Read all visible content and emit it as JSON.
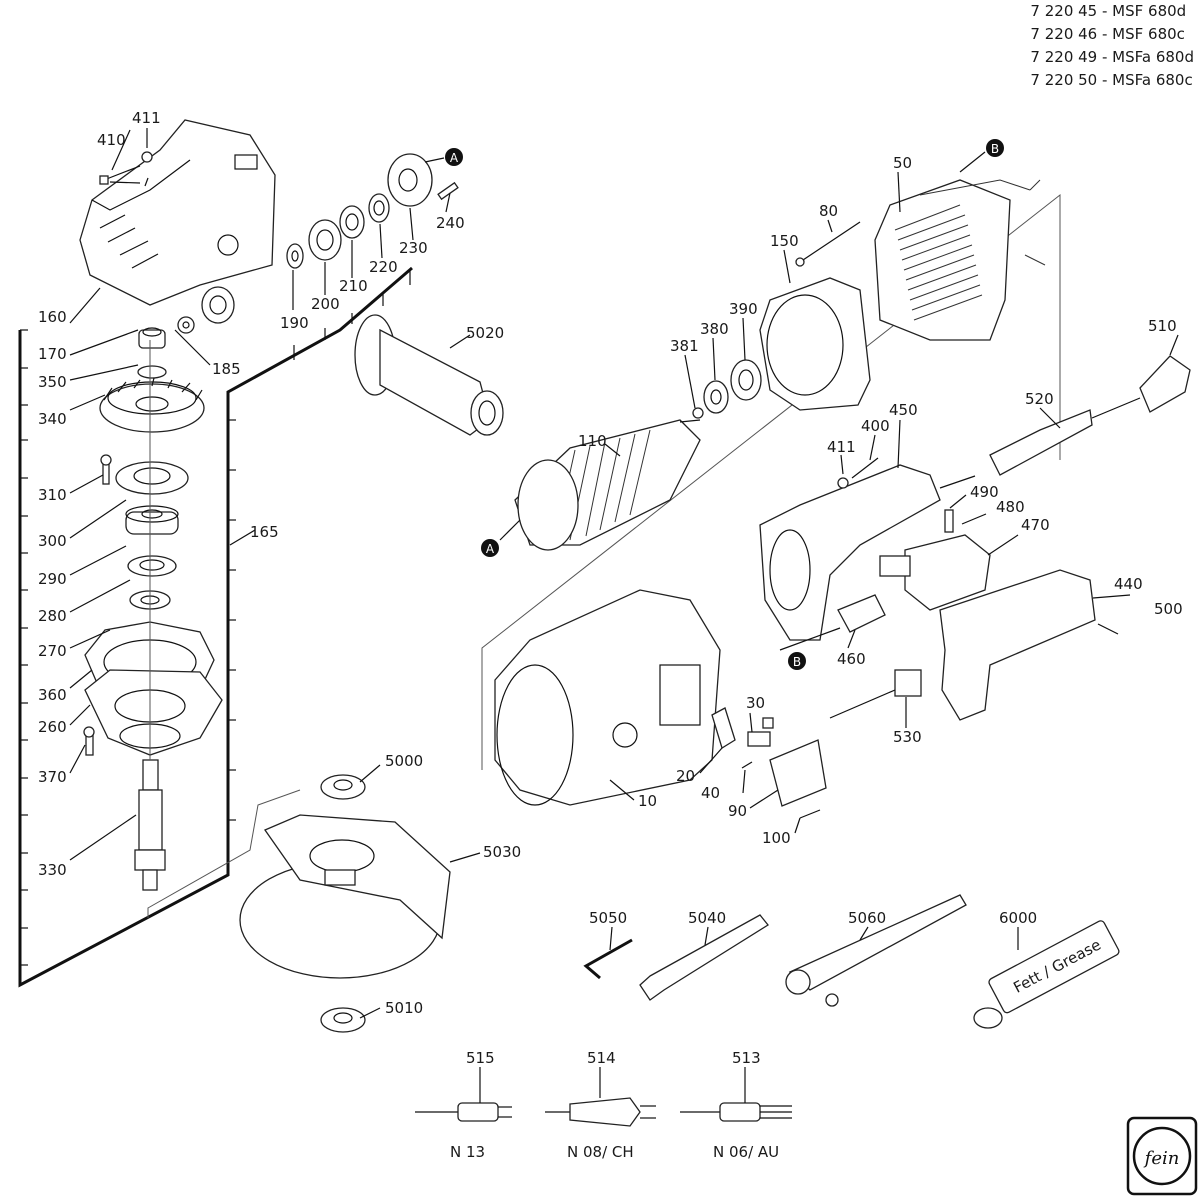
{
  "models": [
    "7 220 45 - MSF 680d",
    "7 220 46 - MSF 680c",
    "7 220 49 - MSFa 680d",
    "7 220 50 - MSFa 680c"
  ],
  "markers": {
    "a": "A",
    "b": "B"
  },
  "parts": {
    "p10": "10",
    "p20": "20",
    "p30": "30",
    "p40": "40",
    "p50": "50",
    "p80": "80",
    "p90": "90",
    "p100": "100",
    "p110": "110",
    "p150": "150",
    "p160": "160",
    "p165": "165",
    "p170": "170",
    "p185": "185",
    "p190": "190",
    "p200": "200",
    "p210": "210",
    "p220": "220",
    "p230": "230",
    "p240": "240",
    "p260": "260",
    "p270": "270",
    "p280": "280",
    "p290": "290",
    "p300": "300",
    "p310": "310",
    "p330": "330",
    "p340": "340",
    "p350": "350",
    "p360": "360",
    "p370": "370",
    "p380": "380",
    "p381": "381",
    "p390": "390",
    "p400": "400",
    "p410": "410",
    "p411a": "411",
    "p411b": "411",
    "p440": "440",
    "p450": "450",
    "p460": "460",
    "p470": "470",
    "p480": "480",
    "p490": "490",
    "p500": "500",
    "p510": "510",
    "p513": "513",
    "p514": "514",
    "p515": "515",
    "p520": "520",
    "p530": "530",
    "p5000": "5000",
    "p5010": "5010",
    "p5020": "5020",
    "p5030": "5030",
    "p5040": "5040",
    "p5050": "5050",
    "p5060": "5060",
    "p6000": "6000"
  },
  "plugs": {
    "n13": "N 13",
    "n08": "N 08/ CH",
    "n06": "N 06/ AU"
  },
  "grease_label": "Fett / Grease",
  "logo_text": "fein"
}
